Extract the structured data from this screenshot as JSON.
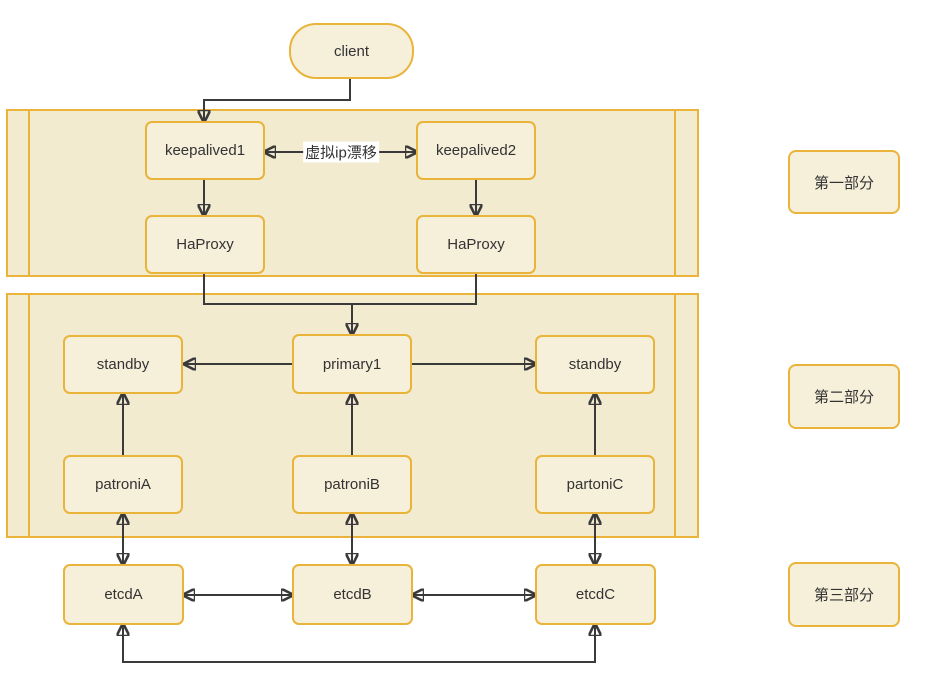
{
  "diagram": {
    "client": "client",
    "edge_label_vip": "虚拟ip漂移",
    "section1": {
      "label": "第一部分",
      "keepalived1": "keepalived1",
      "keepalived2": "keepalived2",
      "haproxy1": "HaProxy",
      "haproxy2": "HaProxy"
    },
    "section2": {
      "label": "第二部分",
      "standby_left": "standby",
      "primary1": "primary1",
      "standby_right": "standby",
      "patroniA": "patroniA",
      "patroniB": "patroniB",
      "partoniC": "partoniC"
    },
    "section3": {
      "label": "第三部分",
      "etcdA": "etcdA",
      "etcdB": "etcdB",
      "etcdC": "etcdC"
    },
    "colors": {
      "node_border": "#EAB339",
      "node_fill": "#F6F0DB",
      "band_fill": "#F2EBD0",
      "line": "#3A3A3A",
      "text": "#333333",
      "edge_label_bg": "#FFFFFF"
    }
  }
}
